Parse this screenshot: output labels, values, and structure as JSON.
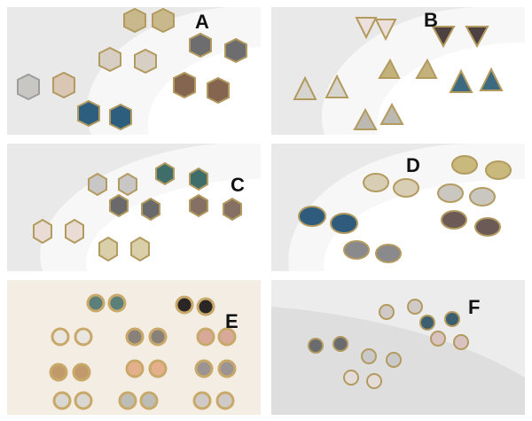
{
  "panels": [
    {
      "id": "A",
      "label": "A",
      "shape": "hexagon",
      "colors": [
        "#c9b88f",
        "#d8d2c6",
        "#6f6f70",
        "#c7c5c2",
        "#86654f",
        "#2f5f7e",
        "#d9c6b4"
      ]
    },
    {
      "id": "B",
      "label": "B",
      "shape": "triangle",
      "colors": [
        "#ebe0dc",
        "#4f4243",
        "#c4b27d",
        "#d6d5d0",
        "#3d6a80",
        "#bcb9b2"
      ]
    },
    {
      "id": "C",
      "label": "C",
      "shape": "hexagon",
      "colors": [
        "#c9c7c5",
        "#3f6d6a",
        "#6a6a6c",
        "#e8dcd4",
        "#d9cfa8",
        "#867064"
      ]
    },
    {
      "id": "D",
      "label": "D",
      "shape": "oval",
      "colors": [
        "#d8cdb5",
        "#c9b97d",
        "#2f5b7c",
        "#c9c7c0",
        "#6c5a57",
        "#8a8a8d"
      ]
    },
    {
      "id": "E",
      "label": "E",
      "shape": "round",
      "colors": [
        "#5d7f79",
        "#2a2626",
        "#e9e6e2",
        "#8a807a",
        "#d8a899",
        "#c19a6b",
        "#e4b08b",
        "#9b9492",
        "#d9d7d2",
        "#bdbdb8"
      ]
    },
    {
      "id": "F",
      "label": "F",
      "shape": "round",
      "colors": [
        "#cfc9c8",
        "#3b5f6e",
        "#d8c3c0",
        "#6a6b6f",
        "#c9c9c9"
      ]
    }
  ]
}
